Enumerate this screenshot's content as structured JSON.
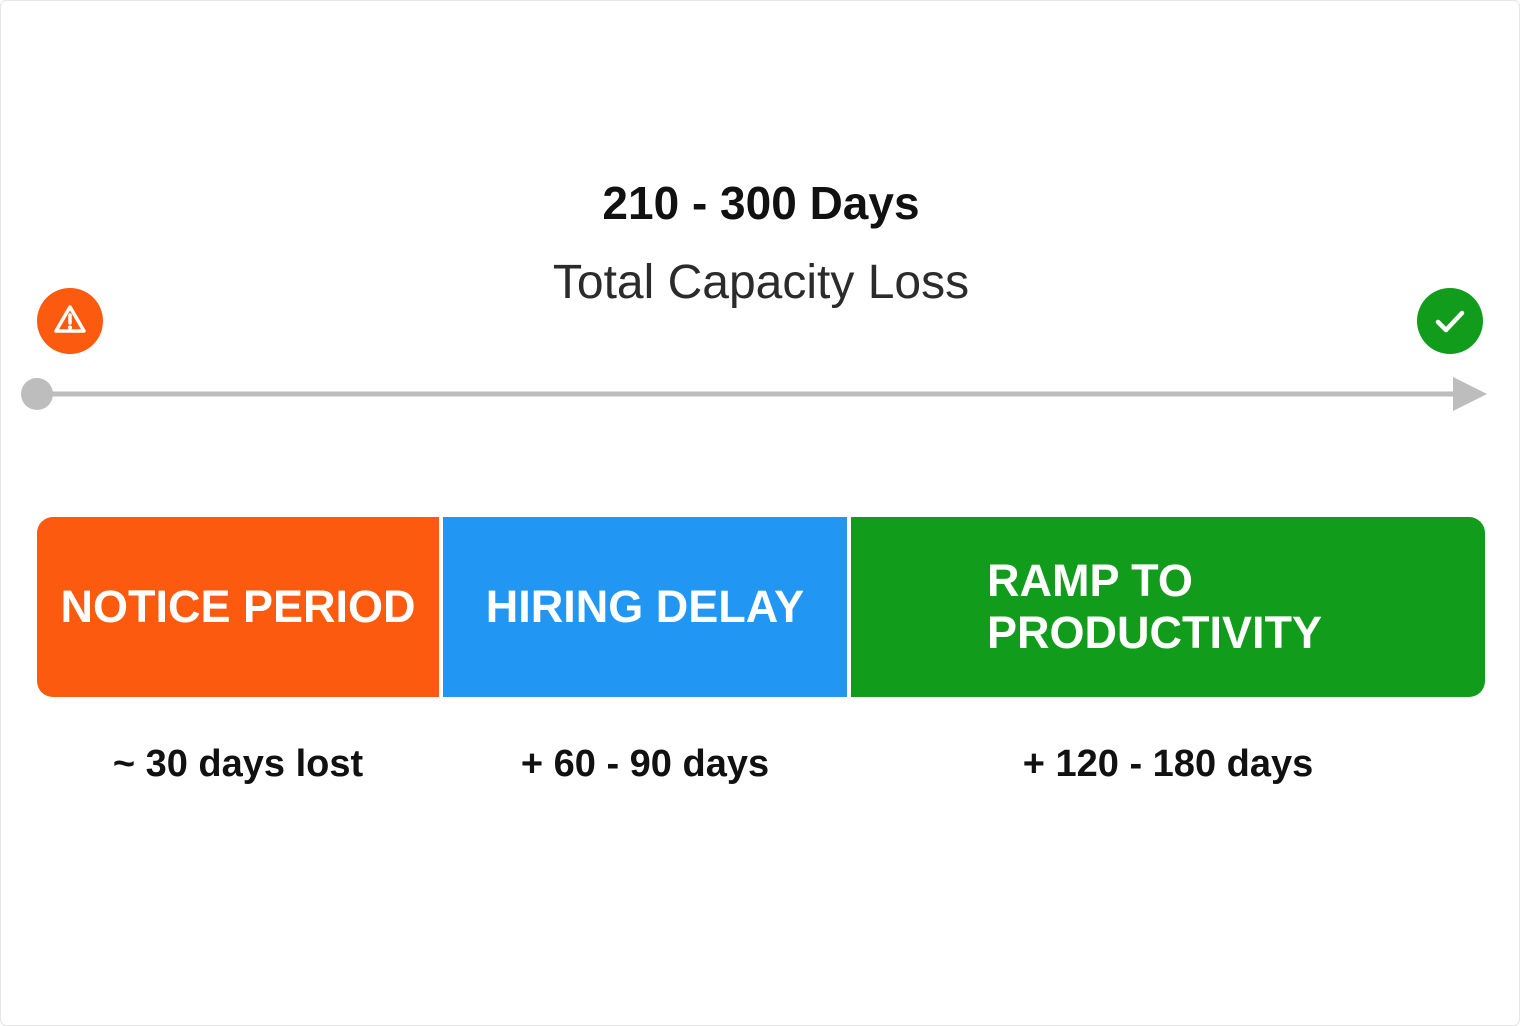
{
  "summary": {
    "headline": "210 - 300 Days",
    "subheadline": "Total Capacity Loss"
  },
  "timeline": {
    "start_icon": "warning-triangle-icon",
    "end_icon": "checkmark-icon"
  },
  "phases": [
    {
      "label": "NOTICE PERIOD",
      "duration": "~ 30 days lost",
      "color": "#fb5a0f"
    },
    {
      "label": "HIRING DELAY",
      "duration": "+ 60 - 90 days",
      "color": "#2196f3"
    },
    {
      "label": "RAMP TO PRODUCTIVITY",
      "duration": "+ 120 - 180 days",
      "color": "#129c1b"
    }
  ],
  "colors": {
    "warning": "#fb5a0f",
    "success": "#129c1b",
    "timeline": "#bdbdbd"
  }
}
